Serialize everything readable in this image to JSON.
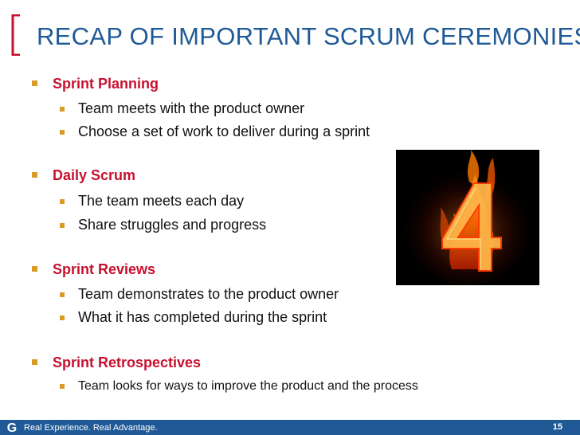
{
  "slide": {
    "title": "RECAP OF IMPORTANT SCRUM CEREMONIES",
    "colors": {
      "title": "#1f5a96",
      "heading": "#c8102e",
      "bullet": "#d99a26",
      "bracket": "#c8102e",
      "footer": "#1f5a96"
    }
  },
  "sections": [
    {
      "heading": "Sprint Planning",
      "items": [
        "Team meets with the product owner",
        "Choose a set of work to deliver during a sprint"
      ]
    },
    {
      "heading": "Daily Scrum",
      "items": [
        "The team meets each day",
        "Share struggles and progress"
      ]
    },
    {
      "heading": "Sprint Reviews",
      "items": [
        "Team demonstrates to the product owner",
        "What it has completed during the sprint"
      ]
    },
    {
      "heading": "Sprint Retrospectives",
      "items": [
        "Team looks for ways to improve the product and the process"
      ]
    }
  ],
  "image": {
    "icon": "flaming-number-four",
    "number": "4"
  },
  "footer": {
    "logo_letter": "G",
    "tagline": "Real Experience. Real Advantage.",
    "page_number": "15"
  }
}
